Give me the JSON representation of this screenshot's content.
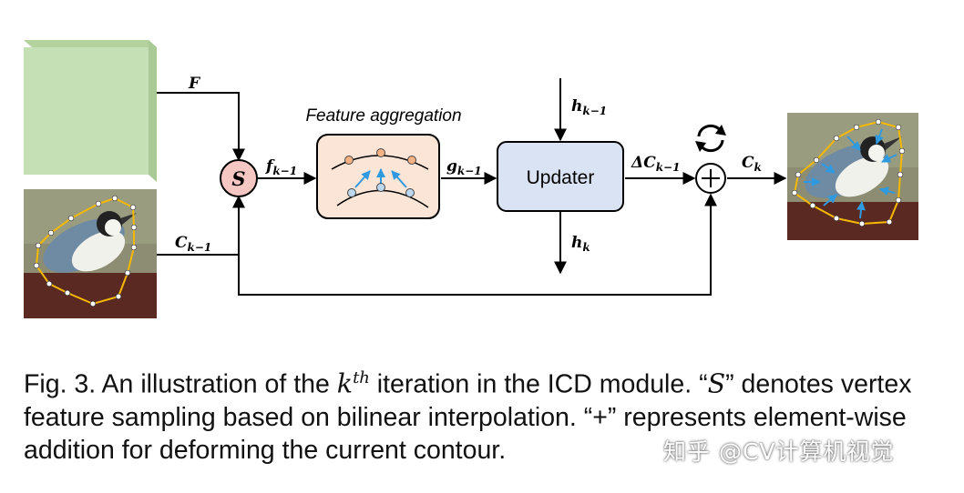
{
  "labels": {
    "F": "F",
    "C_km1": "C",
    "C_km1_sub": "k−1",
    "f_km1": "f",
    "f_km1_sub": "k−1",
    "g_km1": "g",
    "g_km1_sub": "k−1",
    "h_km1": "h",
    "h_km1_sub": "k−1",
    "h_k": "h",
    "h_k_sub": "k",
    "delta_C": "ΔC",
    "delta_C_sub": "k−1",
    "C_k": "C",
    "C_k_sub": "k",
    "sampler": "S",
    "feature_aggregation": "Feature aggregation",
    "updater": "Updater"
  },
  "caption": {
    "p1": "Fig. 3. An illustration of the ",
    "k": "k",
    "th": "th",
    "p2": " iteration in the ICD module. “",
    "S": "S",
    "p3": "” denotes vertex feature sampling based on bilinear interpolation. “",
    "plus": "+",
    "p4": "” represents element-wise addition for deforming the current contour."
  },
  "watermark": "知乎 @CV计算机视觉",
  "colors": {
    "feature_map": "#c5e0b4",
    "sampler": "#f4c7c3",
    "aggregation": "#fbe5d6",
    "updater": "#dae3f3",
    "contour": "#f5b800",
    "arrow_blue": "#2f9ae0"
  }
}
